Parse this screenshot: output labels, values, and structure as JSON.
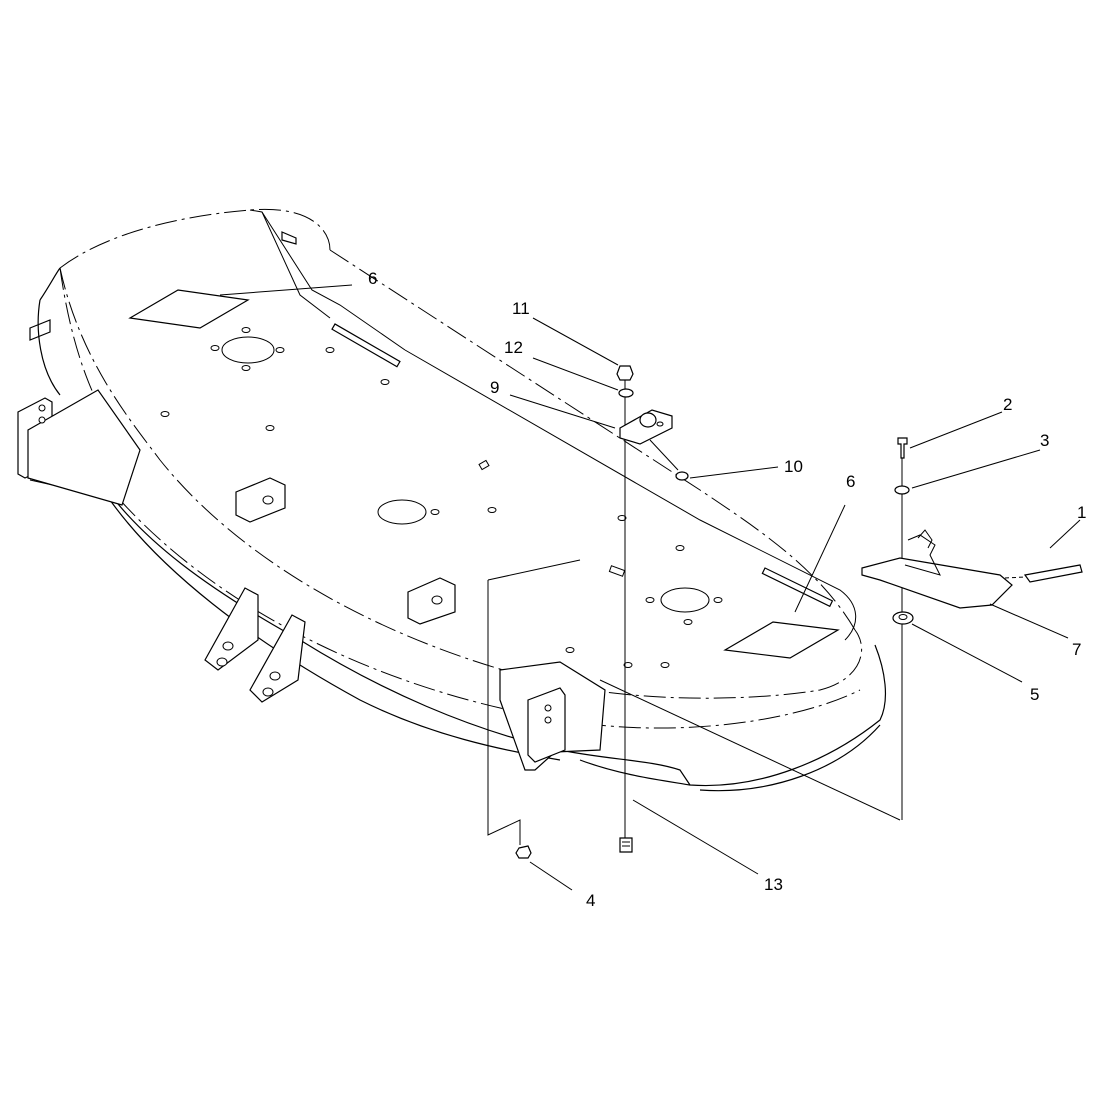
{
  "callouts": {
    "c1": "1",
    "c2": "2",
    "c3": "3",
    "c4": "4",
    "c5": "5",
    "c6a": "6",
    "c6b": "6",
    "c7": "7",
    "c9": "9",
    "c10": "10",
    "c11": "11",
    "c12": "12",
    "c13": "13"
  }
}
